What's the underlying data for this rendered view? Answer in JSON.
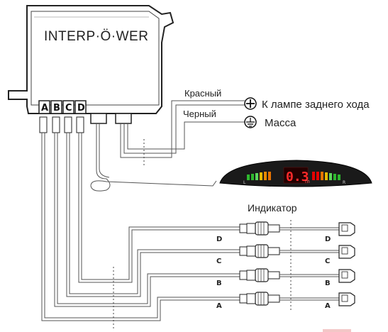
{
  "diagram": {
    "brand": "INTERP·Ö·WER",
    "ports": [
      "A",
      "B",
      "C",
      "D"
    ],
    "wires": {
      "red": {
        "label": "Красный",
        "target": "К лампе заднего хода"
      },
      "black": {
        "label": "Черный",
        "target": "Масса"
      }
    },
    "indicator": {
      "title": "Индикатор",
      "reading": "0.3",
      "unit": "m",
      "left_mark": "L",
      "right_mark": "R"
    },
    "sensors": [
      {
        "left": "D",
        "right": "D"
      },
      {
        "left": "C",
        "right": "C"
      },
      {
        "left": "B",
        "right": "B"
      },
      {
        "left": "A",
        "right": "A"
      }
    ]
  }
}
